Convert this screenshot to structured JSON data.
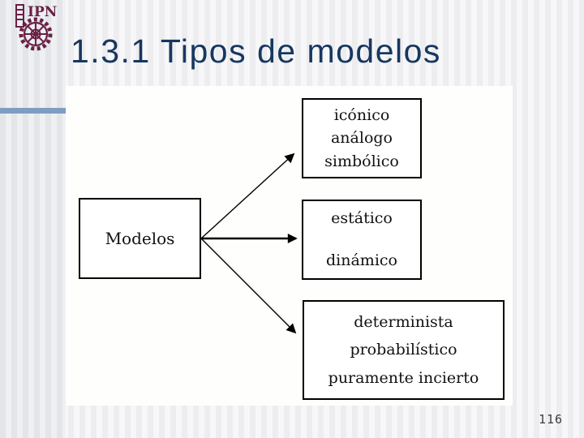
{
  "slide": {
    "title": "1.3.1 Tipos de modelos",
    "page_number": "116",
    "logo_icon": "ipn-emblem-icon"
  },
  "diagram": {
    "root": {
      "label": "Modelos"
    },
    "branches": [
      {
        "lines": [
          "icónico",
          "análogo",
          "simbólico"
        ]
      },
      {
        "lines": [
          "estático",
          "dinámico"
        ]
      },
      {
        "lines": [
          "determinista",
          "probabilístico",
          "puramente incierto"
        ]
      }
    ]
  },
  "colors": {
    "title_text": "#17375e",
    "accent_bar": "#7f9dc2",
    "logo_maroon": "#6b2045",
    "box_border": "#000000",
    "arrow": "#000000",
    "page_number_text": "#3d3d3d",
    "stripe_dark": "#ededef",
    "stripe_light": "#f7f7f9"
  }
}
